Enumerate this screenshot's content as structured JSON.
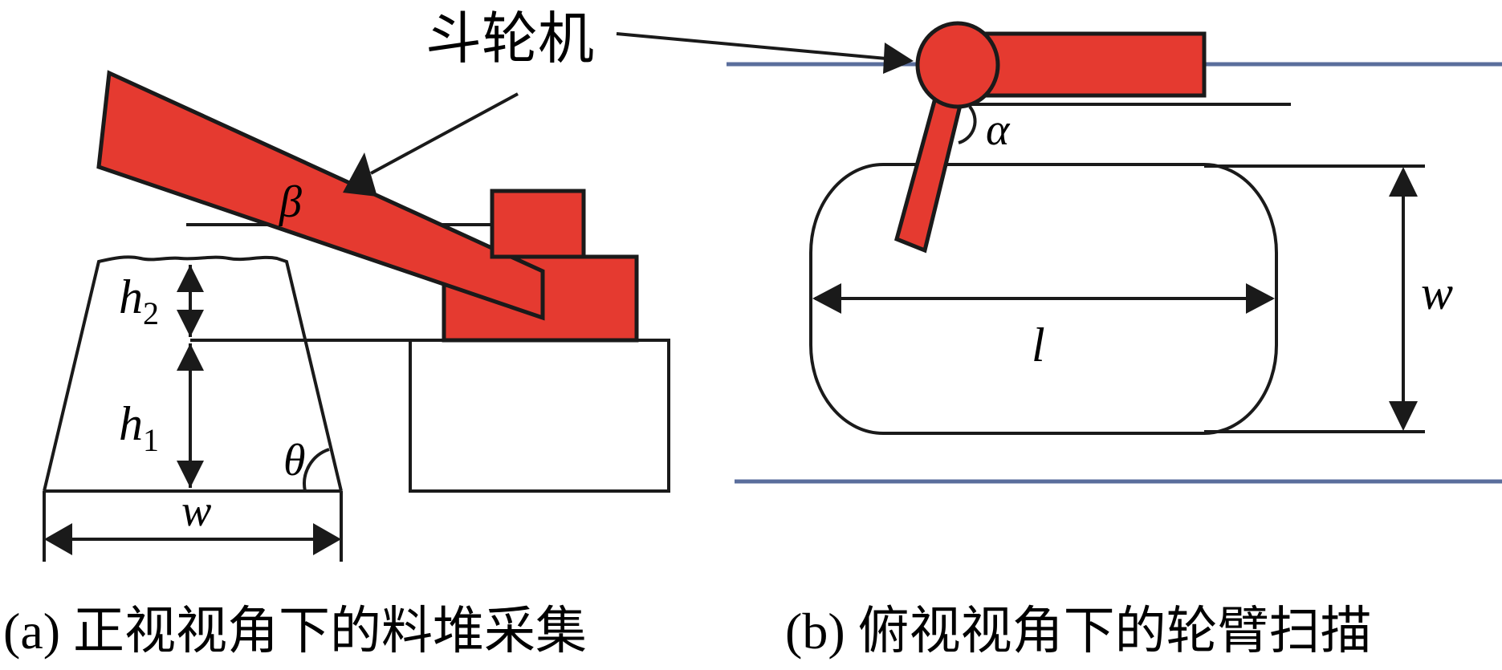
{
  "figure": {
    "callout_label": "斗轮机",
    "panel_a": {
      "caption": "(a) 正视视角下的料堆采集",
      "labels": {
        "beta": "β",
        "h2_main": "h",
        "h2_sub": "2",
        "h1_main": "h",
        "h1_sub": "1",
        "theta": "θ",
        "w": "w"
      }
    },
    "panel_b": {
      "caption": "(b) 俯视视角下的轮臂扫描",
      "labels": {
        "alpha": "α",
        "l": "l",
        "w": "w"
      }
    },
    "colors": {
      "machine_red": "#e53a30",
      "outline": "#1a1a1a",
      "rail_blue": "#5a6e9c"
    }
  }
}
